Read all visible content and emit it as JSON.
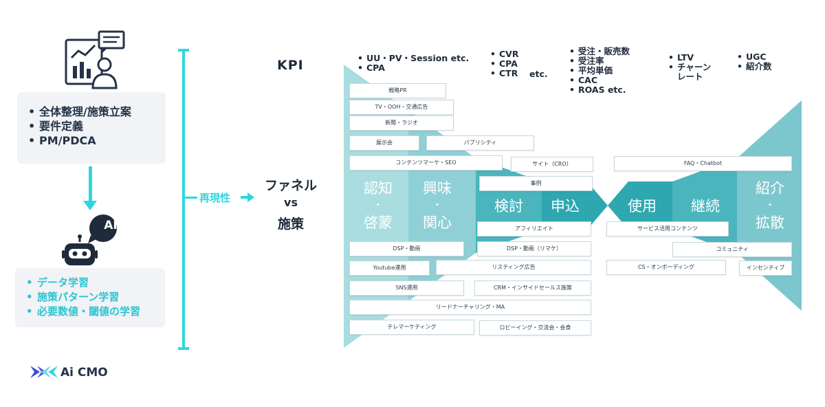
{
  "left": {
    "human_tasks": [
      "全体整理/施策立案",
      "要件定義",
      "PM/PDCA"
    ],
    "ai_bubble": "AI",
    "ai_tasks": [
      "データ学習",
      "施策パターン学習",
      "必要数値・閾値の学習"
    ],
    "logo": "Ai CMO"
  },
  "center": {
    "reproducibility": "再現性",
    "title_line1": "ファネル",
    "title_line2": "vs",
    "title_line3": "施策"
  },
  "kpi": {
    "title": "KPI",
    "col1": [
      "UU・PV・Session etc.",
      "CPA"
    ],
    "col2": [
      "CVR",
      "CPA",
      "CTR"
    ],
    "col2_etc": "etc.",
    "col3": [
      "受注・販売数",
      "受注率",
      "平均単価",
      "CAC",
      "ROAS etc."
    ],
    "col4": [
      "LTV",
      "チャーン"
    ],
    "col4_cont": "レート",
    "col5": [
      "UGC",
      "紹介数"
    ]
  },
  "stages": {
    "awareness_a": "認知",
    "awareness_b": "啓蒙",
    "interest_a": "興味",
    "interest_b": "関心",
    "dot": "・",
    "consider": "検討",
    "apply": "申込",
    "use": "使用",
    "continue": "継続",
    "referral_a": "紹介",
    "referral_b": "拡散"
  },
  "tactics": {
    "t01": "戦略PR",
    "t02": "TV・OOH・交通広告",
    "t03": "新聞・ラジオ",
    "t04": "展示会",
    "t05": "パブリシティ",
    "t06": "コンテンツマーケ・SEO",
    "t07": "サイト（CRO）",
    "t08": "FAQ・Chatbot",
    "t09": "事例",
    "t10": "アフィリエイト",
    "t11": "サービス活用コンテンツ",
    "t12": "DSP・動画",
    "t13": "DSP・動画（リマケ）",
    "t14": "コミュニティ",
    "t15": "Youtube運用",
    "t16": "リスティング広告",
    "t17": "CS・オンボーディング",
    "t18": "インセンティブ",
    "t19": "SNS運用",
    "t20": "CRM・インサイドセールス施策",
    "t21": "リードナーチャリング・MA",
    "t22": "テレマーケティング",
    "t23": "ロビーイング・交流会・会食"
  },
  "colors": {
    "accent": "#2fd6e0",
    "funnel_light": "#a9dde0",
    "funnel_mid": "#6fc1c8",
    "funnel_dark": "#2ea7b0"
  }
}
